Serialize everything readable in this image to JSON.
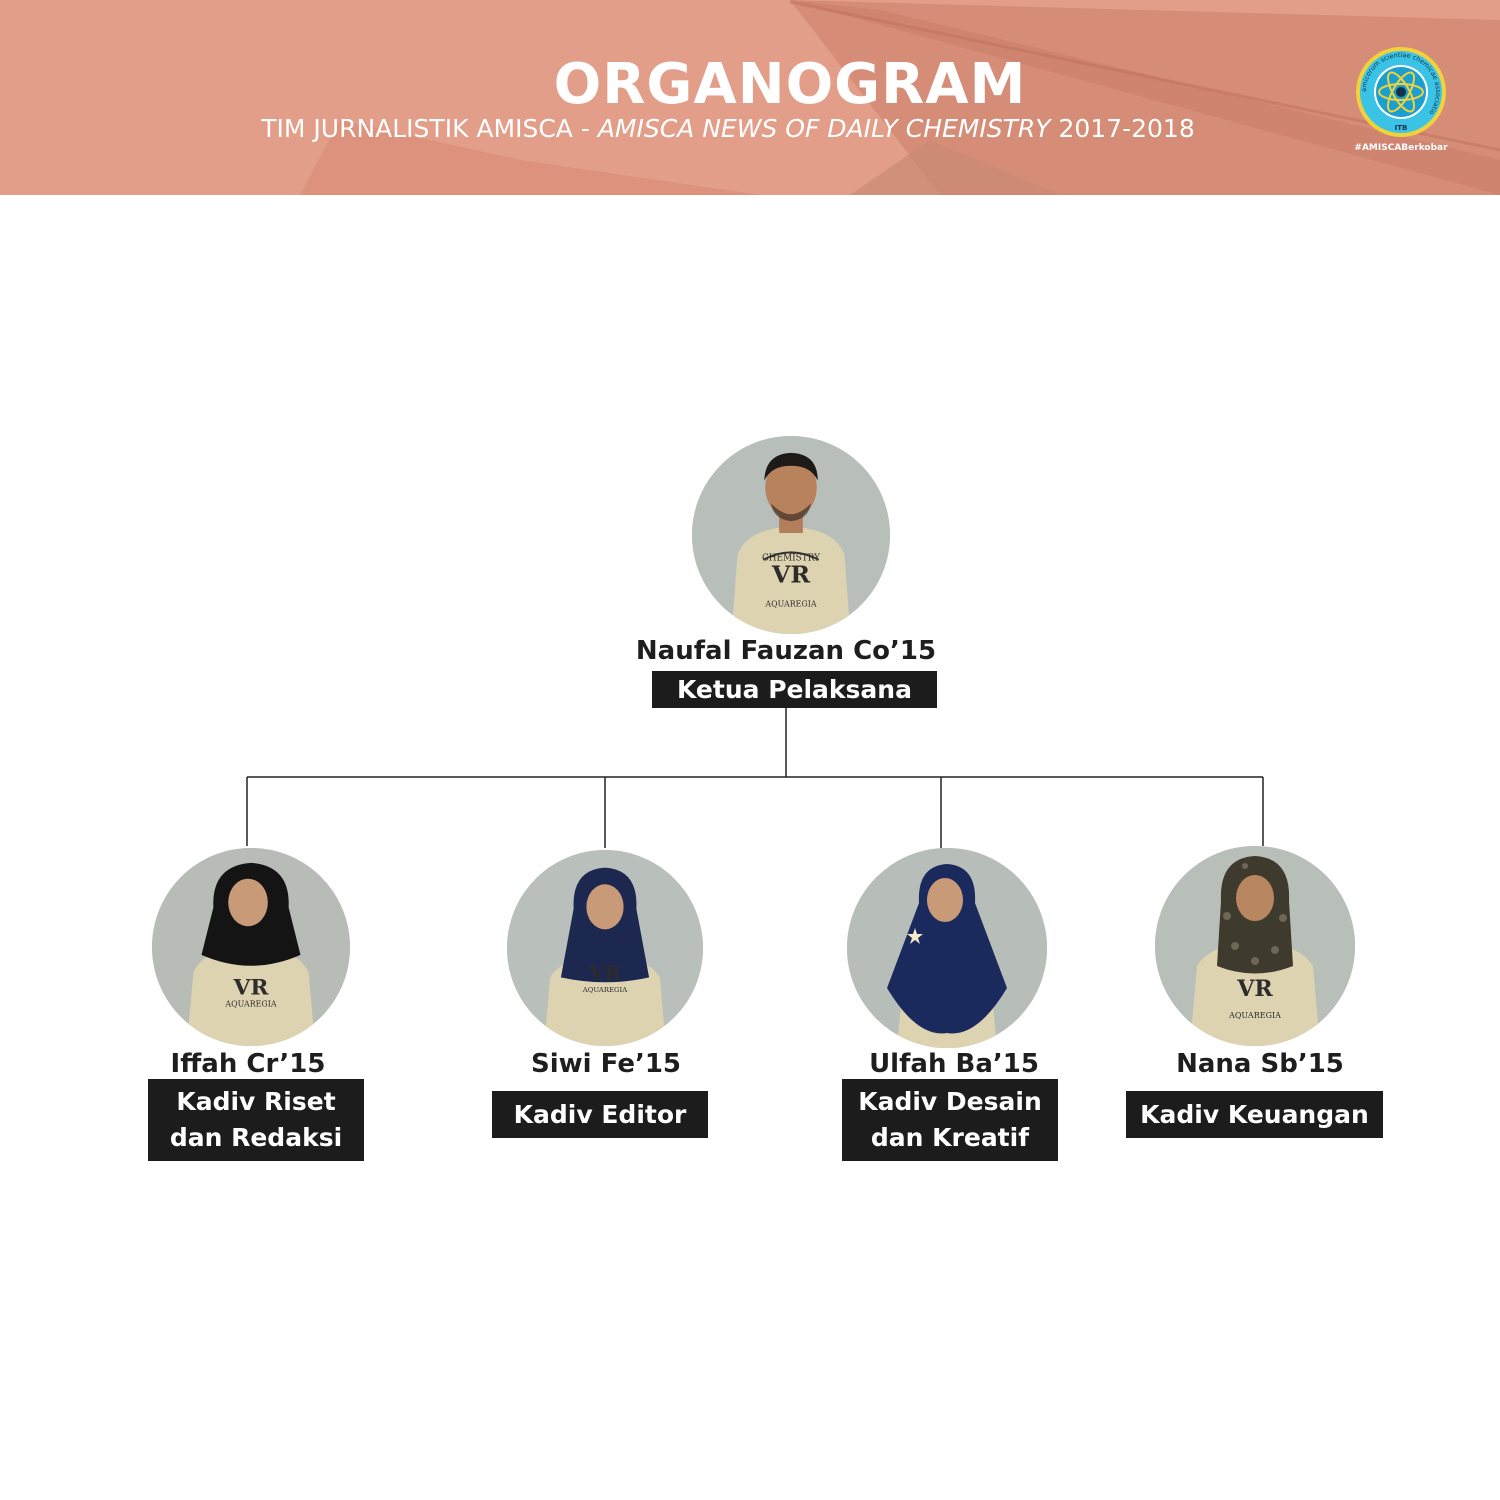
{
  "header": {
    "title": "ORGANOGRAM",
    "subtitle_plain": "TIM JURNALISTIK AMISCA - ",
    "subtitle_italic": "AMISCA NEWS OF DAILY CHEMISTRY",
    "subtitle_year": " 2017-2018",
    "hashtag": "#AMISCABerkobar",
    "logo": {
      "ring_text": "amicorum scientiae chemicae associatio",
      "bottom_text": "ITB",
      "colors": {
        "ring": "#3bc3e6",
        "border": "#f1d23a",
        "inner": "#1a9fd0"
      }
    },
    "banner_color": "#e39e8a"
  },
  "leader": {
    "name": "Naufal Fauzan Co’15",
    "role": "Ketua Pelaksana"
  },
  "members": [
    {
      "name": "Iffah Cr’15",
      "role": "Kadiv Riset\ndan Redaksi",
      "hijab_color": "#141414"
    },
    {
      "name": "Siwi Fe’15",
      "role": "Kadiv Editor",
      "hijab_color": "#1d2850"
    },
    {
      "name": "Ulfah Ba’15",
      "role": "Kadiv Desain\ndan Kreatif",
      "hijab_color": "#1b2a5c"
    },
    {
      "name": "Nana Sb’15",
      "role": "Kadiv Keuangan",
      "hijab_color": "#3f3a2e"
    }
  ],
  "shirt_print": {
    "top": "CHEMISTRY",
    "mark": "VR",
    "bottom": "AQUAREGIA"
  }
}
